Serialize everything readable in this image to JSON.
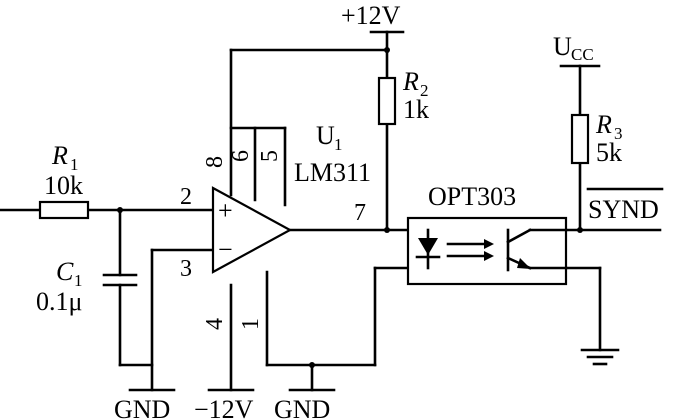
{
  "supply": {
    "vplus": "+12V",
    "vcc_main": "U",
    "vcc_sub": "CC"
  },
  "r1": {
    "name": "R",
    "sub": "1",
    "value": "10k"
  },
  "c1": {
    "name": "C",
    "sub": "1",
    "value": "0.1μ"
  },
  "r2": {
    "name": "R",
    "sub": "2",
    "value": "1k"
  },
  "r3": {
    "name": "R",
    "sub": "3",
    "value": "5k"
  },
  "u1": {
    "name": "U",
    "sub": "1",
    "part": "LM311"
  },
  "opto": {
    "part": "OPT303"
  },
  "pins": {
    "p1": "1",
    "p2": "2",
    "p3": "3",
    "p4": "4",
    "p5": "5",
    "p6": "6",
    "p7": "7",
    "p8": "8"
  },
  "output": {
    "signal": "SYND"
  },
  "ground_labels": {
    "g1": "GND",
    "vminus": "−12V",
    "g2": "GND"
  },
  "opamp_signs": {
    "plus": "+",
    "minus": "−"
  }
}
